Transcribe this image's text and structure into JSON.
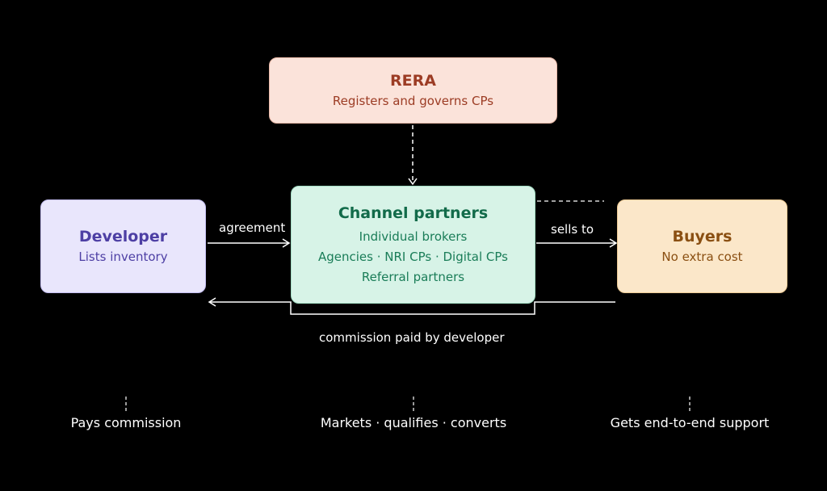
{
  "nodes": {
    "rera": {
      "title": "RERA",
      "subtitle": "Registers and governs CPs"
    },
    "developer": {
      "title": "Developer",
      "subtitle": "Lists inventory"
    },
    "channel_partners": {
      "title": "Channel partners",
      "lines": [
        "Individual brokers",
        "Agencies · NRI CPs · Digital CPs",
        "Referral partners"
      ]
    },
    "buyers": {
      "title": "Buyers",
      "subtitle": "No extra cost"
    }
  },
  "edges": {
    "agreement": "agreement",
    "sells_to": "sells to",
    "commission": "commission paid by developer"
  },
  "roles": {
    "developer": "Pays commission",
    "channel_partners": "Markets · qualifies · converts",
    "buyers": "Gets end-to-end support"
  }
}
